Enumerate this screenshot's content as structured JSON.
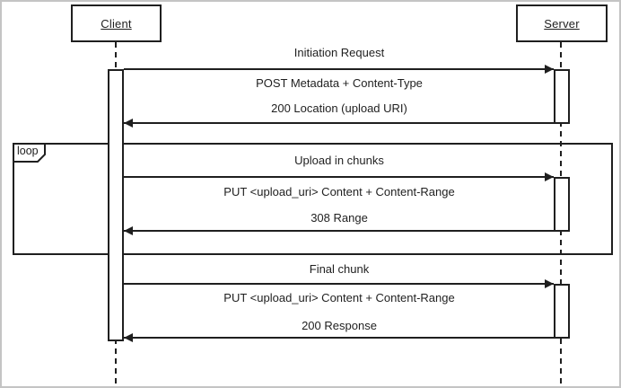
{
  "theme": {
    "line_color": "#1f1f1f",
    "text_color": "#1f1f1f",
    "background": "#ffffff",
    "frame_border": "#c4c4c4"
  },
  "diagram": {
    "type": "uml-sequence-diagram",
    "actors": [
      {
        "name": "Client"
      },
      {
        "name": "Server"
      }
    ],
    "loop_label": "loop",
    "sections": [
      {
        "title": "Initiation Request",
        "request": "POST Metadata + Content-Type",
        "response": "200 Location (upload URI)"
      },
      {
        "title": "Upload in chunks",
        "request": "PUT <upload_uri> Content + Content-Range",
        "response": "308 Range"
      },
      {
        "title": "Final chunk",
        "request": "PUT <upload_uri> Content + Content-Range",
        "response": "200 Response"
      }
    ]
  }
}
